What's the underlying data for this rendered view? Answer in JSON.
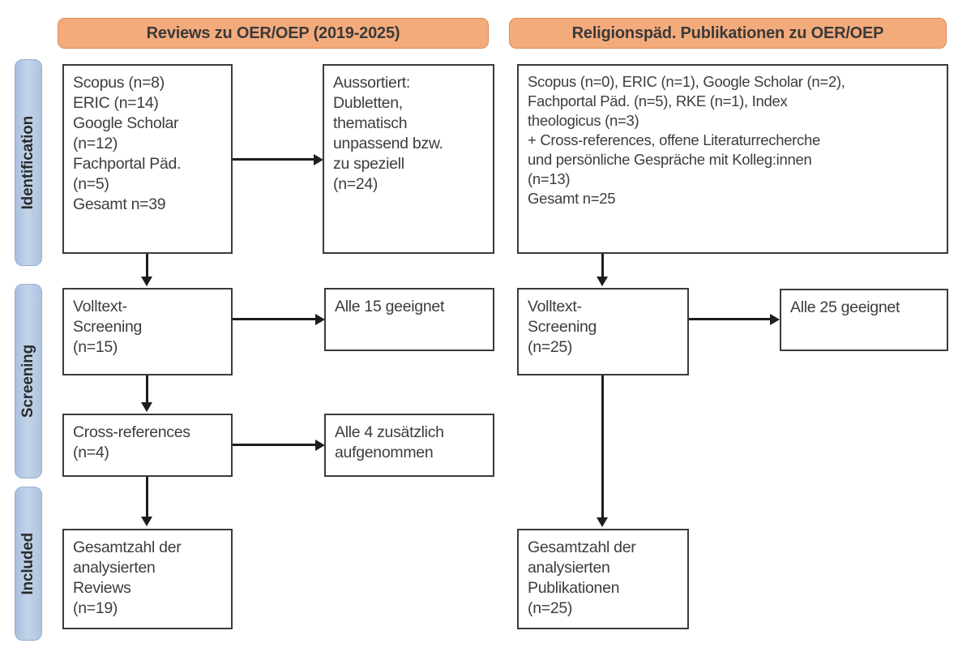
{
  "figure": {
    "type": "prisma-flow-diagram",
    "columns": [
      {
        "id": "left",
        "header": "Reviews zu OER/OEP (2019-2025)"
      },
      {
        "id": "right",
        "header": "Religionspäd. Publikationen zu OER/OEP"
      }
    ],
    "stages": [
      {
        "id": "identification",
        "label": "Identification"
      },
      {
        "id": "screening",
        "label": "Screening"
      },
      {
        "id": "included",
        "label": "Included"
      }
    ],
    "colors": {
      "header_fill": "#f4ab7c",
      "header_border": "#d98a52",
      "stage_fill": "#b0c4e0",
      "stage_border": "#93aed2",
      "box_border": "#3b3b3b",
      "box_fill": "#ffffff",
      "connector": "#1d1d1d",
      "text": "#3d3d3d"
    }
  },
  "boxes": {
    "left_sources": "Scopus (n=8)\nERIC (n=14)\nGoogle Scholar\n(n=12)\nFachportal Päd.\n(n=5)\nGesamt n=39",
    "left_excluded": "Aussortiert:\nDubletten,\nthematisch\nunpassend bzw.\nzu speziell\n(n=24)",
    "left_fulltext": "Volltext-\nScreening\n(n=15)",
    "left_fulltext_result": "Alle 15 geeignet",
    "left_crossrefs": "Cross-references\n(n=4)",
    "left_crossrefs_result": "Alle 4 zusätzlich\naufgenommen",
    "left_included": "Gesamtzahl der\nanalysierten\nReviews\n(n=19)",
    "right_sources": "Scopus (n=0), ERIC (n=1), Google Scholar (n=2),\nFachportal Päd. (n=5), RKE (n=1), Index\ntheologicus (n=3)\n+ Cross-references, offene Literaturrecherche\nund persönliche Gespräche mit Kolleg:innen\n(n=13)\nGesamt n=25",
    "right_fulltext": "Volltext-\nScreening\n(n=25)",
    "right_fulltext_result": "Alle 25 geeignet",
    "right_included": "Gesamtzahl der\nanalysierten\nPublikationen\n(n=25)"
  },
  "counts": {
    "left_scopus": 8,
    "left_eric": 14,
    "left_google_scholar": 12,
    "left_fachportal": 5,
    "left_total": 39,
    "left_excluded": 24,
    "left_fulltext": 15,
    "left_fulltext_suitable": 15,
    "left_crossrefs": 4,
    "left_crossrefs_added": 4,
    "left_included": 19,
    "right_scopus": 0,
    "right_eric": 1,
    "right_google_scholar": 2,
    "right_fachportal": 5,
    "right_rke": 1,
    "right_index_theologicus": 3,
    "right_additional": 13,
    "right_total": 25,
    "right_fulltext": 25,
    "right_fulltext_suitable": 25,
    "right_included": 25
  }
}
